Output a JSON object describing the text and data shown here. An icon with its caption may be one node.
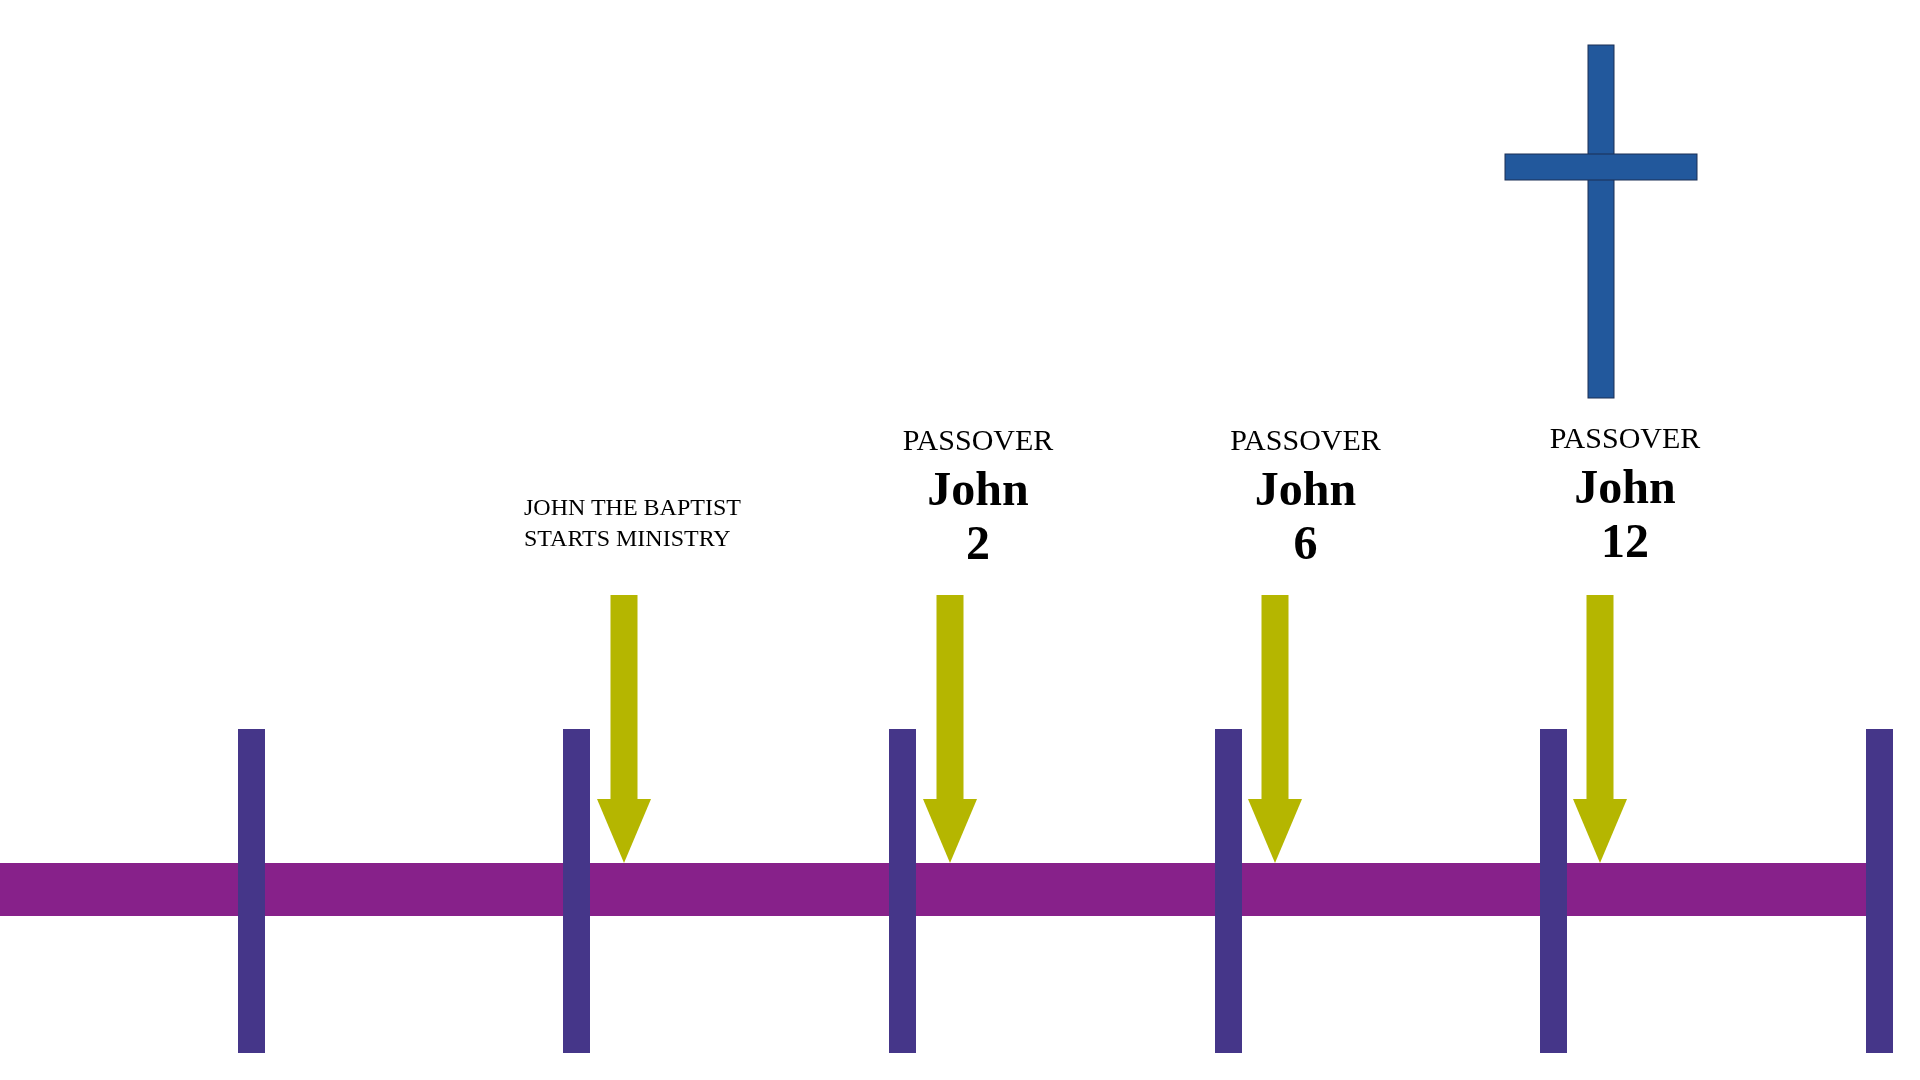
{
  "diagram": {
    "nodes": [
      {
        "text": [],
        "shape": "bar"
      },
      {
        "text": [
          "JOHN THE BAPTIST STARTS MINISTRY"
        ]
      },
      {
        "text": [
          "PASSOVER",
          "John 2"
        ]
      },
      {
        "text": [
          "PASSOVER",
          "John 6"
        ]
      },
      {
        "text": [
          "PASSOVER",
          "John 12"
        ]
      }
    ],
    "edges": [
      {
        "from": 1,
        "to": 0,
        "arrow": "to"
      },
      {
        "from": 2,
        "to": 0,
        "arrow": "to"
      },
      {
        "from": 3,
        "to": 0,
        "arrow": "to"
      },
      {
        "from": 4,
        "to": 0,
        "arrow": "to"
      }
    ]
  }
}
